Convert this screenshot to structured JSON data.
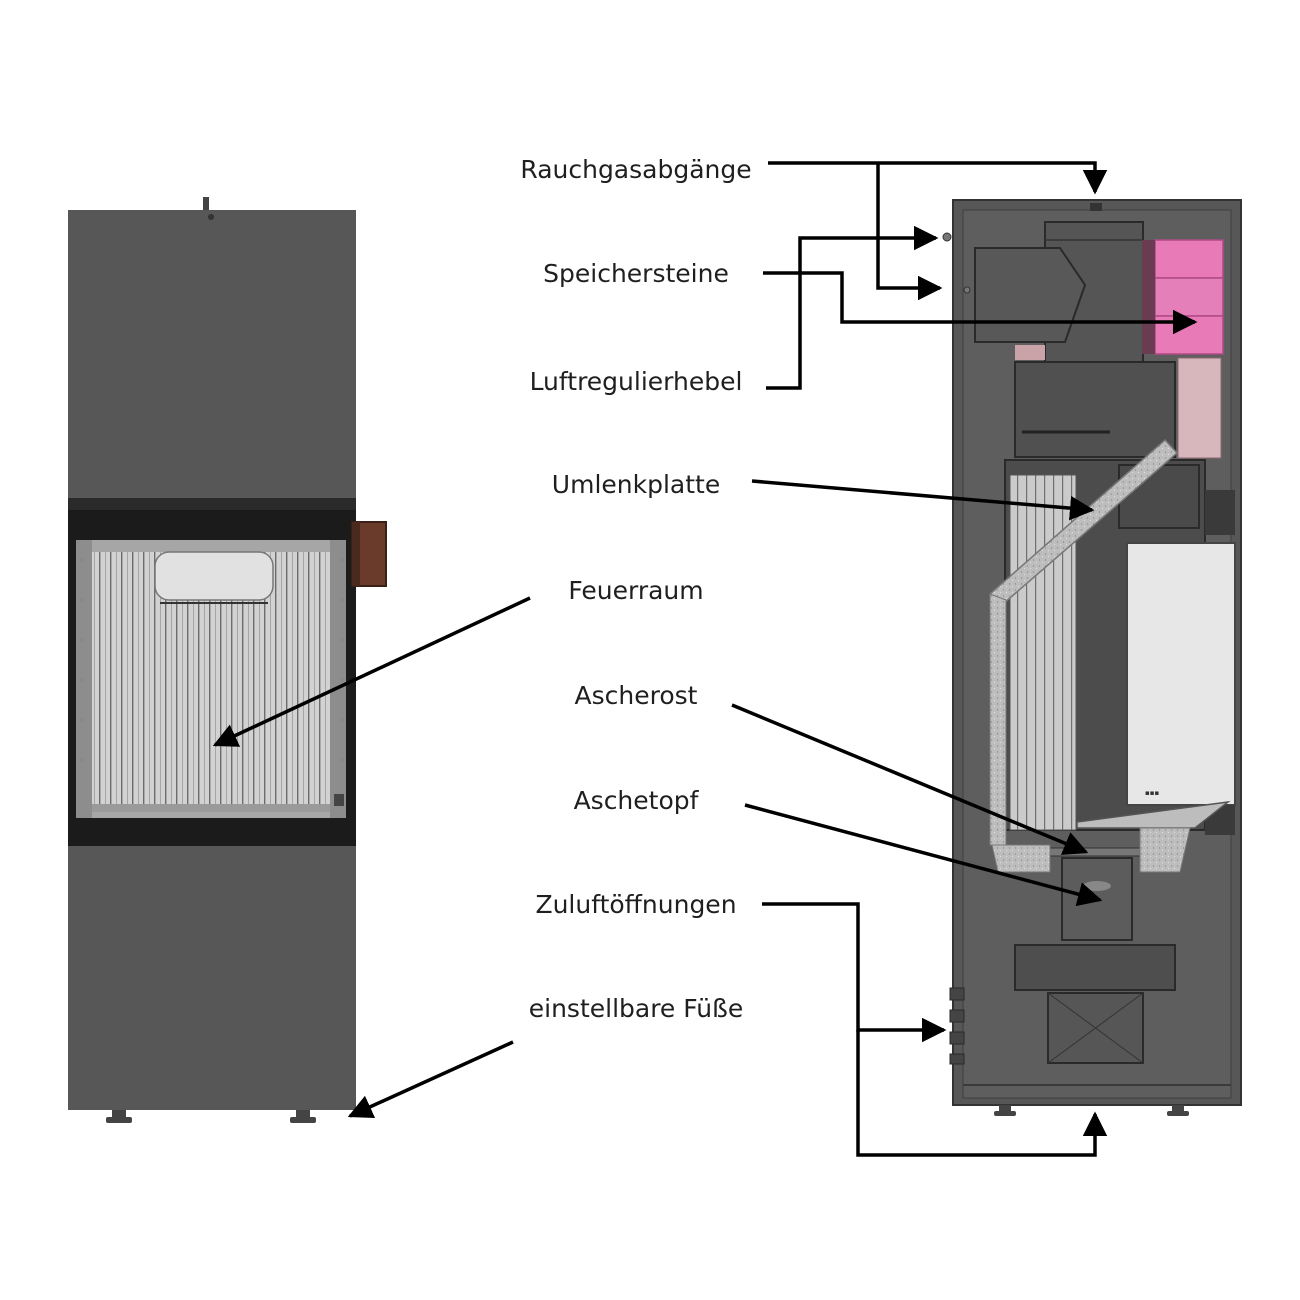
{
  "labels": {
    "rauchgas": "Rauchgasabgänge",
    "speicher": "Speichersteine",
    "luft": "Luftregulierhebel",
    "umlenk": "Umlenkplatte",
    "feuer": "Feuerraum",
    "ascherost": "Ascherost",
    "aschetopf": "Aschetopf",
    "zuluft": "Zuluftöffnungen",
    "fuesse": "einstellbare Füße"
  },
  "colors": {
    "body": "#555555",
    "body_dark": "#3c3c3c",
    "trim_black": "#1b1b1b",
    "firebox": "#cfcfcf",
    "handle": "#6a3a2a",
    "storage_stone": "#e87ab8",
    "insulation": "#d7b7bb",
    "arrow": "#000000"
  }
}
